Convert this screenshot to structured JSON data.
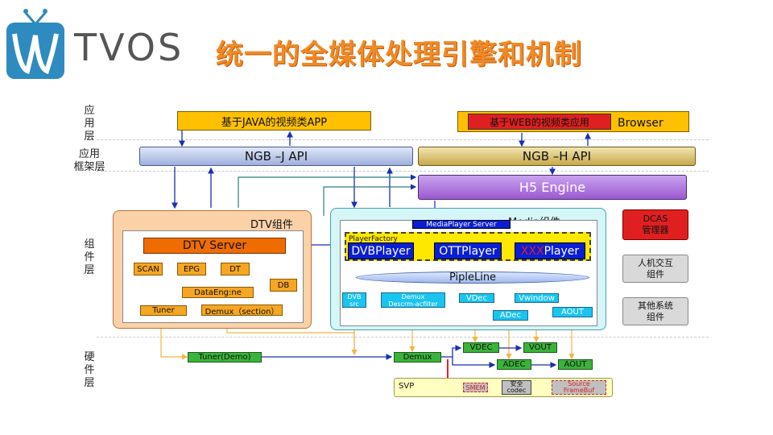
{
  "logo": {
    "text": "TVOS"
  },
  "title": "统一的全媒体处理引擎和机制",
  "layers": {
    "app": "应\n用\n层",
    "framework": "应用\n框架层",
    "component": "组\n件\n层",
    "hardware": "硬\n件\n层"
  },
  "apps": {
    "java_app": "基于JAVA的视频类APP",
    "web_app": "基于WEB的视频类应用",
    "browser": "Browser"
  },
  "framework": {
    "ngb_j": "NGB –J API",
    "ngb_h": "NGB –H API",
    "h5": "H5 Engine"
  },
  "dtv": {
    "label": "DTV组件",
    "server": "DTV Server",
    "scan": "SCAN",
    "epg": "EPG",
    "dt": "DT",
    "db": "DB",
    "dataengine": "DataEng:ne",
    "tuner": "Tuner",
    "demux": "Demux（section）"
  },
  "media": {
    "label": "Media组件",
    "server": "MediaPlayer Server",
    "factory": "PlayerFactory",
    "dvb_player": "DVBPlayer",
    "ott_player": "OTTPlayer",
    "xxx_prefix": "XXX",
    "xxx_suffix": "Player",
    "pipeline": "PipleLine",
    "dvbsrc": "DVB\nsrc",
    "demux": "Demux\nDescrm-acfilter",
    "vdec": "VDec",
    "vwindow": "Vwindow",
    "adec": "ADec",
    "aout": "AOUT"
  },
  "side": {
    "dcas": "DCAS\n管理器",
    "hci": "人机交互\n组件",
    "other": "其他系统\n组件"
  },
  "hardware": {
    "tuner": "Tuner(Demo)",
    "demux": "Demux",
    "vdec": "VDEC",
    "vout": "VOUT",
    "adec": "ADEC",
    "aout": "AOUT",
    "svp": "SVP",
    "smem": "SMEM",
    "codec": "安全\ncodec",
    "source": "Source\nFrameBuf"
  },
  "colors": {
    "title": "#f08a24",
    "yellow": "#ffc000",
    "orange": "#f5a623",
    "dtv_server": "#ef6c00",
    "cyan": "#19c4f0",
    "player_blue": "#0a1fd4",
    "green": "#3bb33b",
    "purple": "#9b59d0",
    "gold": "#c8a84a",
    "red": "#e02020"
  }
}
